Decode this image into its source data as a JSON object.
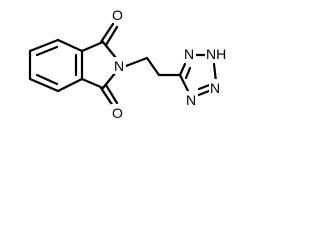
{
  "molecule": {
    "atoms": {
      "carbonyl_oxygen_top": "O",
      "carbonyl_oxygen_bottom": "O",
      "imide_nitrogen": "N",
      "tetrazole_n1": "N",
      "tetrazole_n2": "N",
      "tetrazole_n3": "N",
      "tetrazole_nh_n": "N",
      "tetrazole_nh_h": "H"
    }
  }
}
